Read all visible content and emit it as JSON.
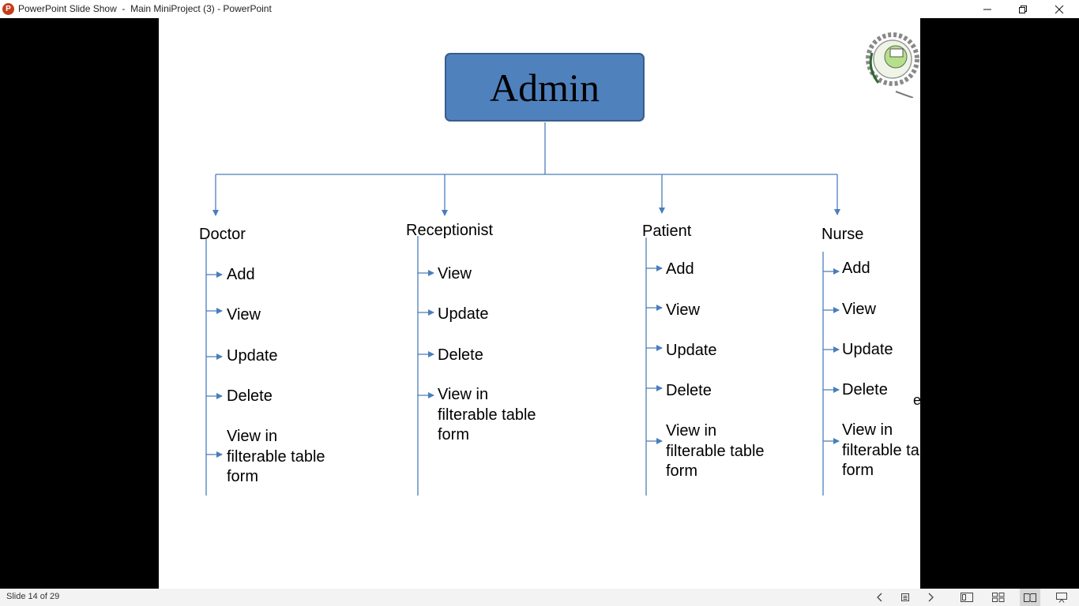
{
  "window": {
    "title": "PowerPoint Slide Show  -  Main MiniProject (3) - PowerPoint",
    "app_icon_letter": "P"
  },
  "slide": {
    "admin_label": "Admin",
    "columns": [
      {
        "heading": "Doctor",
        "items": [
          "Add",
          "View",
          "Update",
          "Delete",
          "View in filterable table form"
        ]
      },
      {
        "heading": "Receptionist",
        "items": [
          "View",
          "Update",
          "Delete",
          "View in filterable table form"
        ]
      },
      {
        "heading": "Patient",
        "items": [
          "Add",
          "View",
          "Update",
          "Delete",
          "View in filterable table form"
        ]
      },
      {
        "heading": "Nurse",
        "items": [
          "Add",
          "View",
          "Update",
          "Delete",
          "View in filterable table form"
        ]
      }
    ],
    "overflow_char": "e",
    "colors": {
      "box_fill": "#4f81bd",
      "box_border": "#385d8a",
      "connector": "#4a7ebb"
    }
  },
  "status_bar": {
    "slide_counter": "Slide 14 of 29"
  },
  "icons": [
    "app-icon",
    "minimize-icon",
    "restore-icon",
    "close-icon",
    "previous-slide-icon",
    "slide-menu-icon",
    "next-slide-icon",
    "normal-view-icon",
    "slide-sorter-icon",
    "reading-view-icon",
    "slide-show-icon",
    "college-logo"
  ]
}
